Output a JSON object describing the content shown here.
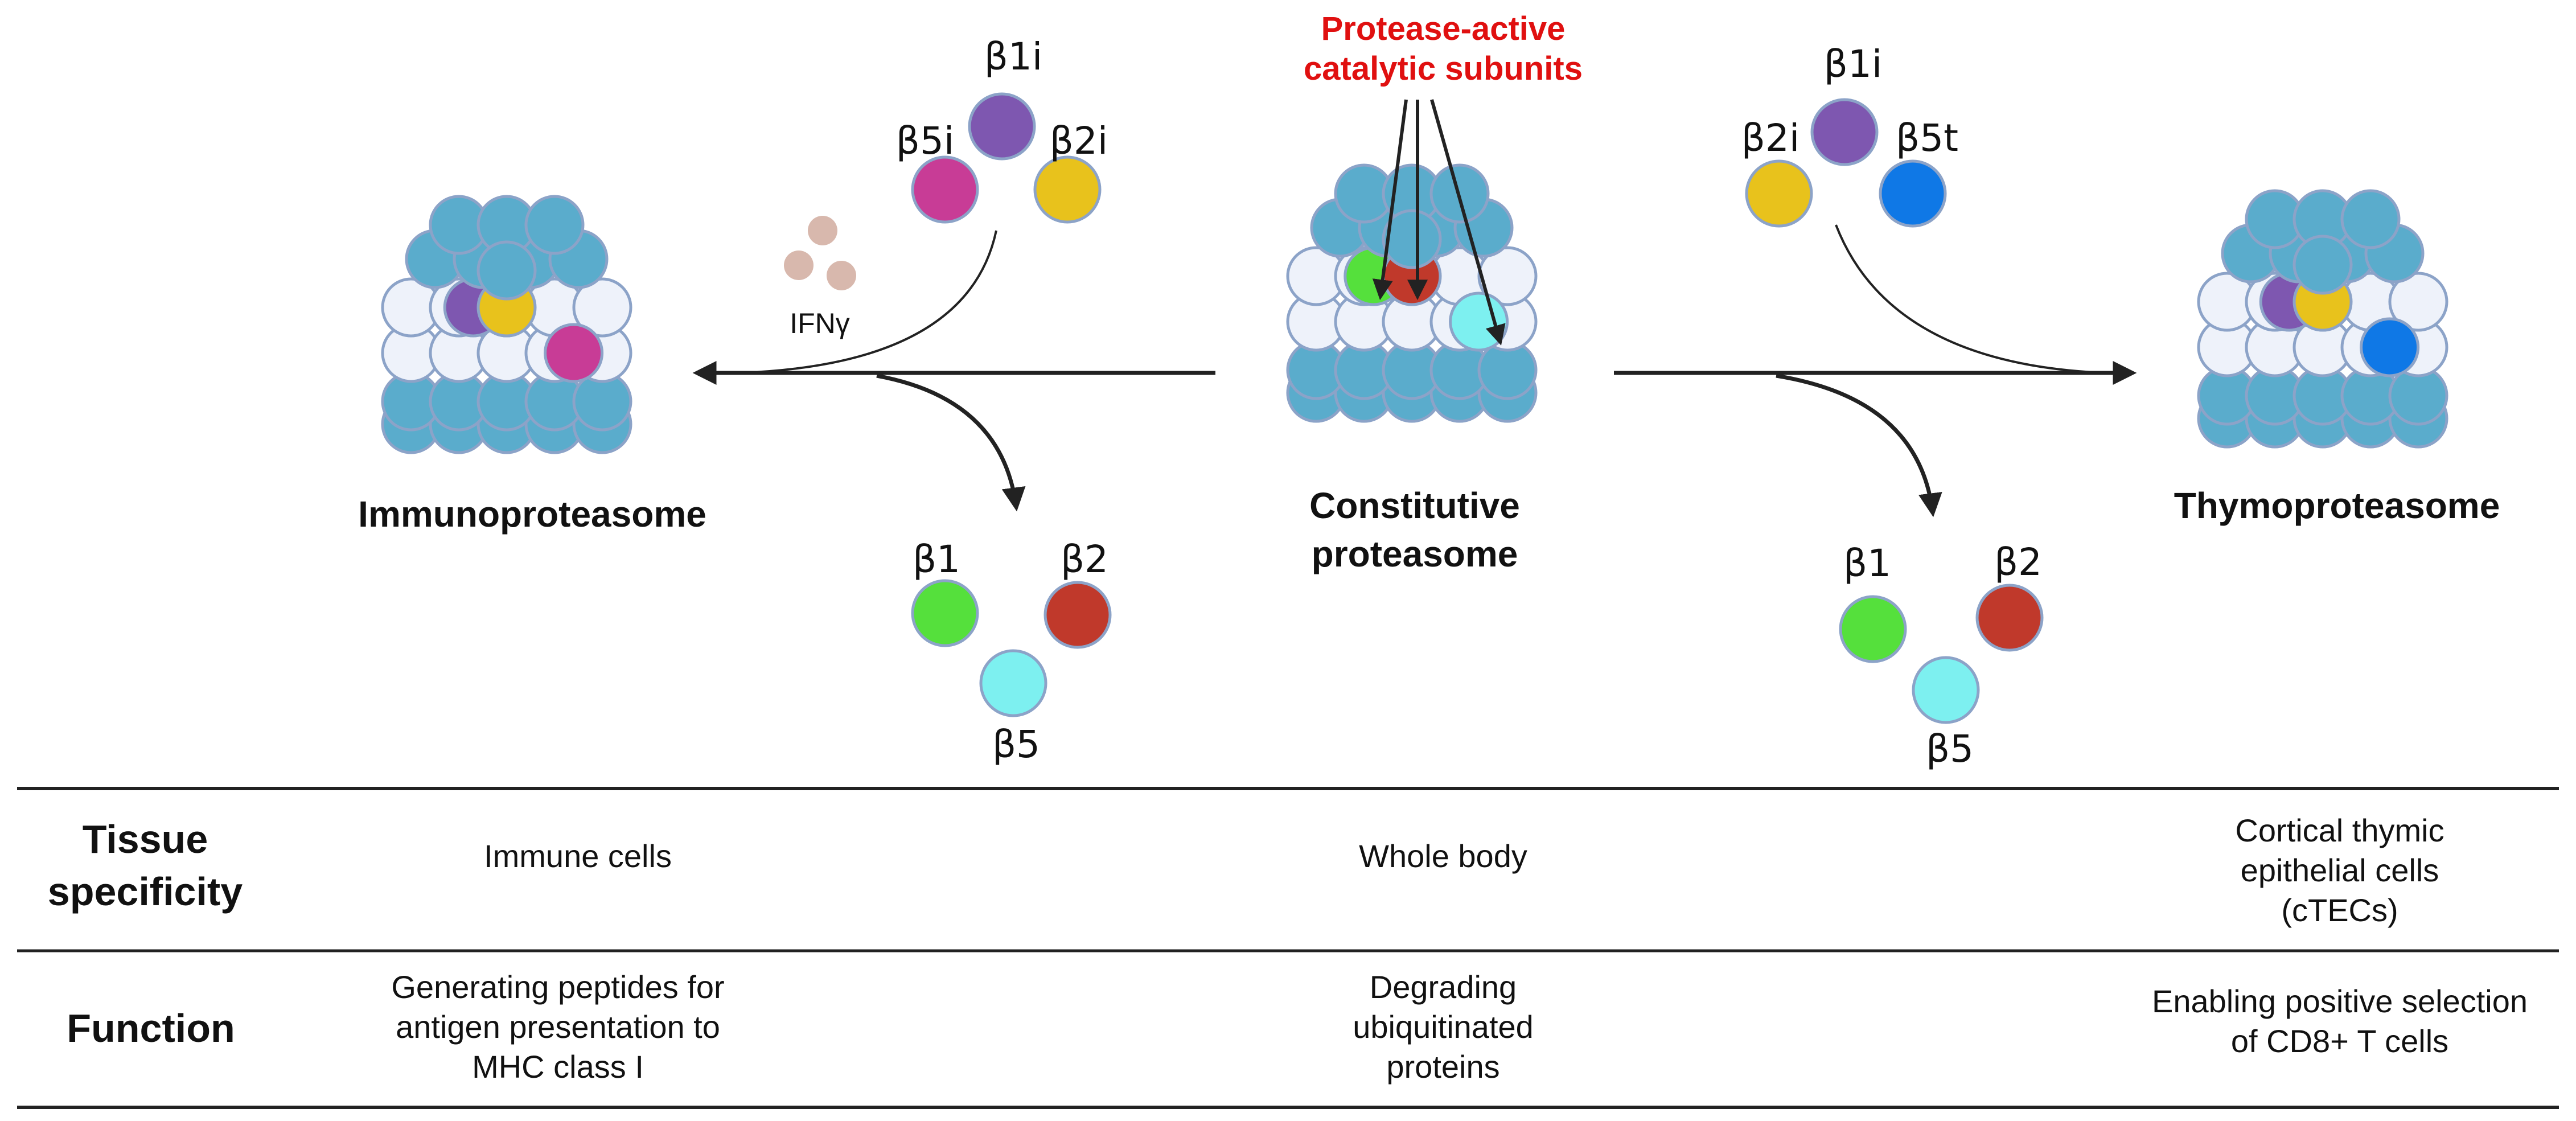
{
  "header_note": {
    "line1": "Protease-active",
    "line2": "catalytic subunits"
  },
  "complexes": {
    "immuno": {
      "label": "Immunoproteasome"
    },
    "constitutive": {
      "label_line1": "Constitutive",
      "label_line2": "proteasome"
    },
    "thymo": {
      "label": "Thymoproteasome"
    }
  },
  "stimulus": {
    "label": "IFNγ"
  },
  "subunits": {
    "immuno_in": [
      {
        "label": "β1i",
        "color": "#7e57b0"
      },
      {
        "label": "β5i",
        "color": "#c83c96"
      },
      {
        "label": "β2i",
        "color": "#e8c21c"
      }
    ],
    "thymo_in": [
      {
        "label": "β1i",
        "color": "#7e57b0"
      },
      {
        "label": "β2i",
        "color": "#e8c21c"
      },
      {
        "label": "β5t",
        "color": "#0f78e6"
      }
    ],
    "removed_left": [
      {
        "label": "β1",
        "color": "#55e03c"
      },
      {
        "label": "β2",
        "color": "#c0392b"
      },
      {
        "label": "β5",
        "color": "#7df0f0"
      }
    ],
    "removed_right": [
      {
        "label": "β1",
        "color": "#55e03c"
      },
      {
        "label": "β2",
        "color": "#c0392b"
      },
      {
        "label": "β5",
        "color": "#7df0f0"
      }
    ]
  },
  "colors": {
    "alpha_ring": "#5aaccc",
    "beta_ring": "#eef2fa",
    "outline": "#8ca3c8",
    "arrow": "#222222",
    "ifn_particle": "#d8b8ad"
  },
  "table": {
    "rows": [
      {
        "header_line1": "Tissue",
        "header_line2": "specificity",
        "immuno": [
          "Immune cells"
        ],
        "constitutive": [
          "Whole body"
        ],
        "thymo": [
          "Cortical thymic",
          "epithelial cells",
          "(cTECs)"
        ]
      },
      {
        "header_line1": "Function",
        "header_line2": "",
        "immuno": [
          "Generating peptides for",
          "antigen presentation to",
          "MHC class I"
        ],
        "constitutive": [
          "Degrading",
          "ubiquitinated",
          "proteins"
        ],
        "thymo": [
          "Enabling positive selection",
          "of CD8+ T cells"
        ]
      }
    ]
  }
}
